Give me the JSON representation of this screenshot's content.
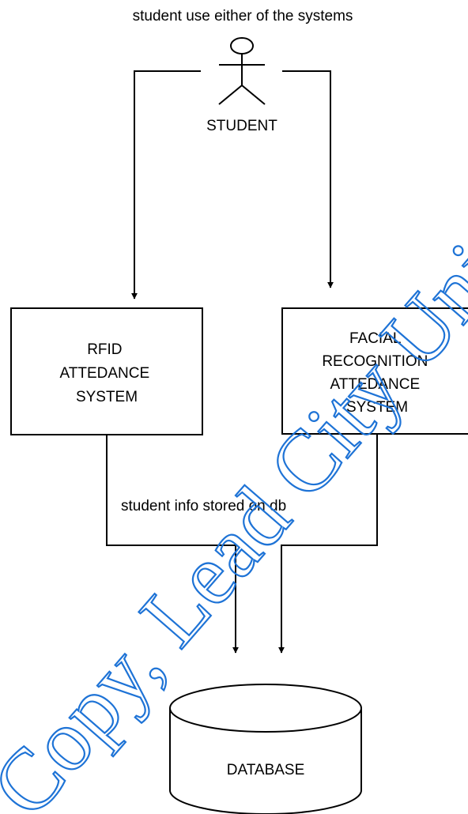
{
  "caption_top": "student use either of the systems",
  "actor": {
    "label": "STUDENT"
  },
  "rfid_box": {
    "lines": [
      "RFID",
      "ATTEDANCE",
      "SYSTEM"
    ]
  },
  "facial_box": {
    "lines": [
      "FACIAL",
      "RECOGNITION",
      "ATTEDANCE",
      "SYSTEM"
    ]
  },
  "store_caption": "student info stored on db",
  "database": {
    "label": "DATABASE"
  },
  "watermark": "Copy, Lead City Uni",
  "colors": {
    "line": "#000000",
    "watermark": "#1e73d6"
  }
}
